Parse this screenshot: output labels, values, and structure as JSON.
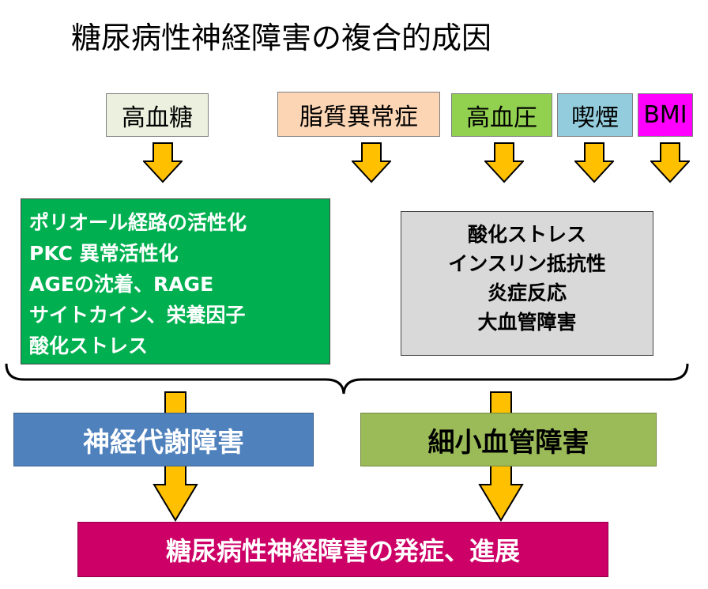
{
  "title": "糖尿病性神経障害の複合的成因",
  "factors": [
    {
      "label": "高血糖",
      "bg": "#ebf1de"
    },
    {
      "label": "脂質異常症",
      "bg": "#fcd5b5"
    },
    {
      "label": "高血圧",
      "bg": "#92d050"
    },
    {
      "label": "喫煙",
      "bg": "#93cddd"
    },
    {
      "label": "BMI",
      "bg": "#ff00ff"
    }
  ],
  "left_mechanisms": [
    "ポリオール経路の活性化",
    "PKC 異常活性化",
    "AGEの沈着、RAGE",
    "サイトカイン、栄養因子",
    "酸化ストレス"
  ],
  "right_mechanisms": [
    "酸化ストレス",
    "インスリン抵抗性",
    "炎症反応",
    "大血管障害"
  ],
  "outcomes": {
    "left": "神経代謝障害",
    "right": "細小血管障害"
  },
  "final": "糖尿病性神経障害の発症、進展",
  "colors": {
    "arrow_fill": "#ffc000",
    "arrow_stroke": "#000000",
    "left_box": "#00b050",
    "right_box": "#d9d9d9",
    "metabolic": "#4f81bd",
    "microvascular": "#9bbb59",
    "final": "#cc0066"
  }
}
